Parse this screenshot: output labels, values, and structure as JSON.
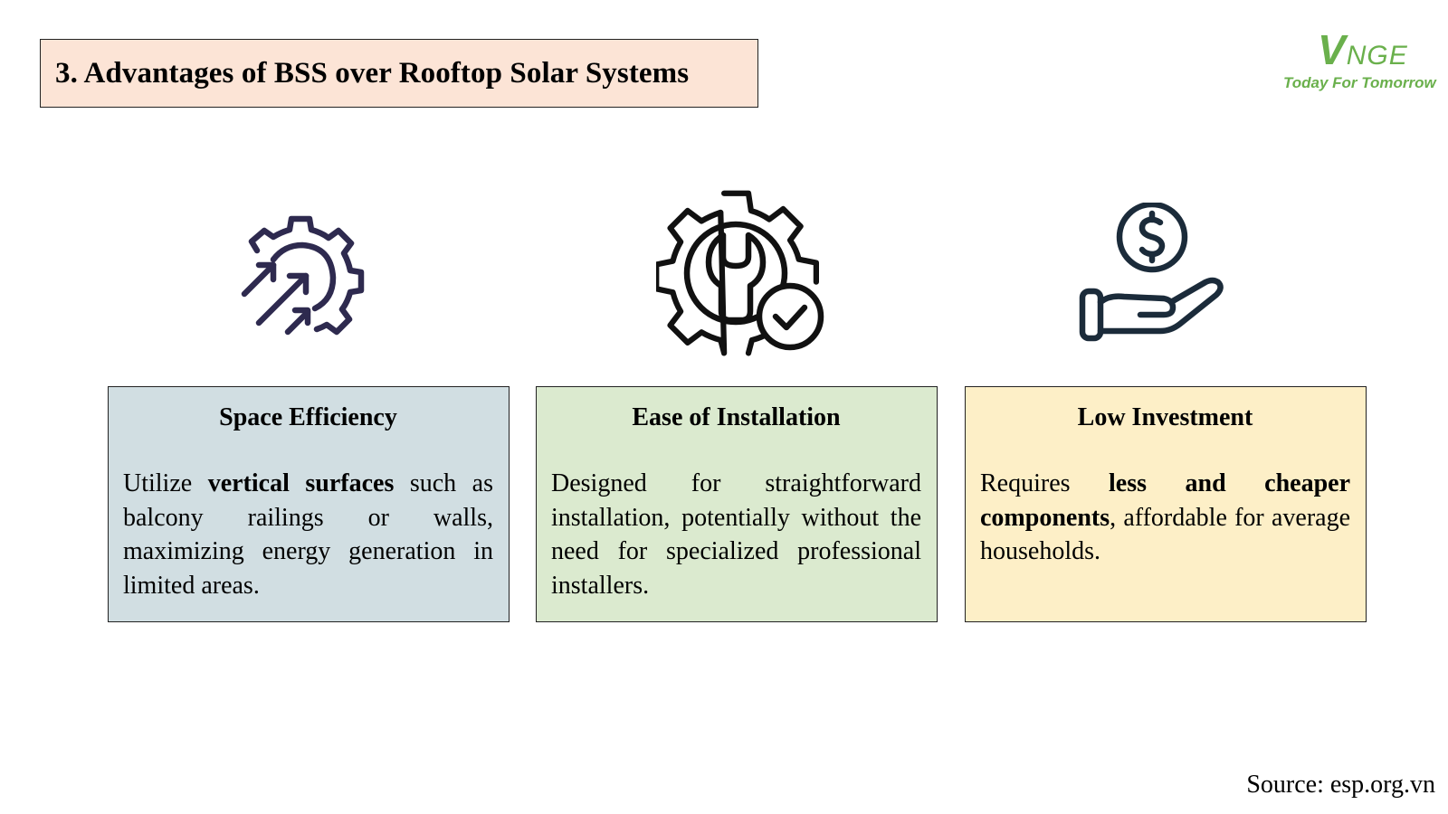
{
  "slide": {
    "title": "3. Advantages of BSS over Rooftop Solar Systems",
    "source": "Source: esp.org.vn"
  },
  "logo": {
    "mark_first": "V",
    "mark_rest": "NGE",
    "tagline": "Today For Tomorrow",
    "color": "#6ab04c"
  },
  "cards": [
    {
      "title": "Space Efficiency",
      "icon": "gear-arrows-icon",
      "background": "#d1dee2",
      "body": [
        {
          "text": "Utilize ",
          "bold": false
        },
        {
          "text": "vertical surfaces",
          "bold": true
        },
        {
          "text": " such as balcony railings or walls, maximizing energy generation in limited areas.",
          "bold": false
        }
      ]
    },
    {
      "title": "Ease of Installation",
      "icon": "gear-wrench-check-icon",
      "background": "#dbeacf",
      "body": [
        {
          "text": "Designed for straightforward installation, potentially without the need for specialized professional installers.",
          "bold": false
        }
      ]
    },
    {
      "title": "Low Investment",
      "icon": "hand-dollar-icon",
      "background": "#fdefc7",
      "body": [
        {
          "text": "Requires ",
          "bold": false
        },
        {
          "text": "less and cheaper components",
          "bold": true
        },
        {
          "text": ", affordable for average households.",
          "bold": false
        }
      ]
    }
  ],
  "colors": {
    "title_background": "#fce4d6",
    "icon_stroke_purple": "#2e2a4f",
    "icon_stroke_dark": "#111111",
    "icon_stroke_navy": "#1b2b3a"
  }
}
